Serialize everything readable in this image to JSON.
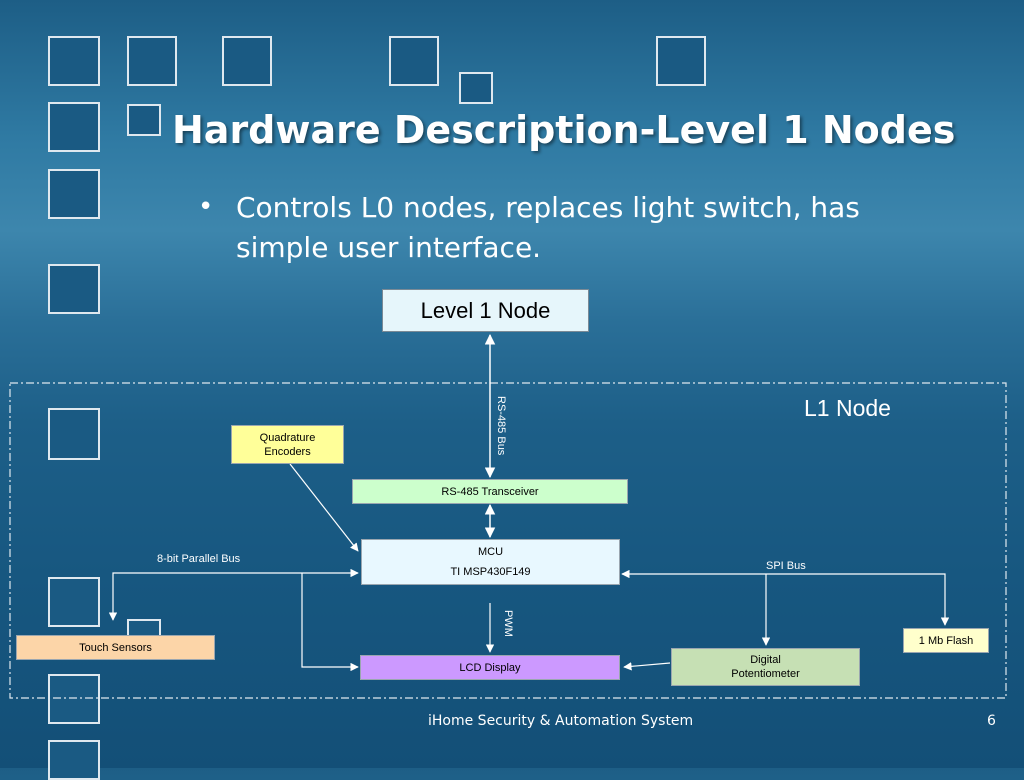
{
  "slide": {
    "title": "Hardware Description-Level 1 Nodes",
    "bullet": "Controls L0 nodes, replaces  light switch, has simple user interface.",
    "footer": "iHome Security & Automation System",
    "page_number": "6"
  },
  "diagram": {
    "level1_node": "Level 1 Node",
    "rs485_bus_label": "RS-485 Bus",
    "l1_node_label": "L1 Node",
    "quadrature_encoders": [
      "Quadrature",
      "Encoders"
    ],
    "rs485_transceiver": "RS-485 Transceiver",
    "mcu": [
      "MCU",
      "TI MSP430F149"
    ],
    "parallel_bus_label": "8-bit Parallel Bus",
    "spi_bus_label": "SPI Bus",
    "pwm_label": "PWM",
    "touch_sensors": "Touch Sensors",
    "flash": "1 Mb Flash",
    "lcd_display": "LCD Display",
    "digital_potentiometer": [
      "Digital",
      "Potentiometer"
    ]
  },
  "colors": {
    "background": "#1d5f88",
    "level1_box": "#e6f6fb",
    "transceiver_box": "#ccffcc",
    "encoders_box": "#ffff99",
    "flash_box": "#ffffcc",
    "touch_box": "#fcd5a8",
    "lcd_box": "#cc99ff",
    "pot_box": "#c6e0b4",
    "mcu_box": "#e8f8ff",
    "lines": "#ffffff"
  }
}
